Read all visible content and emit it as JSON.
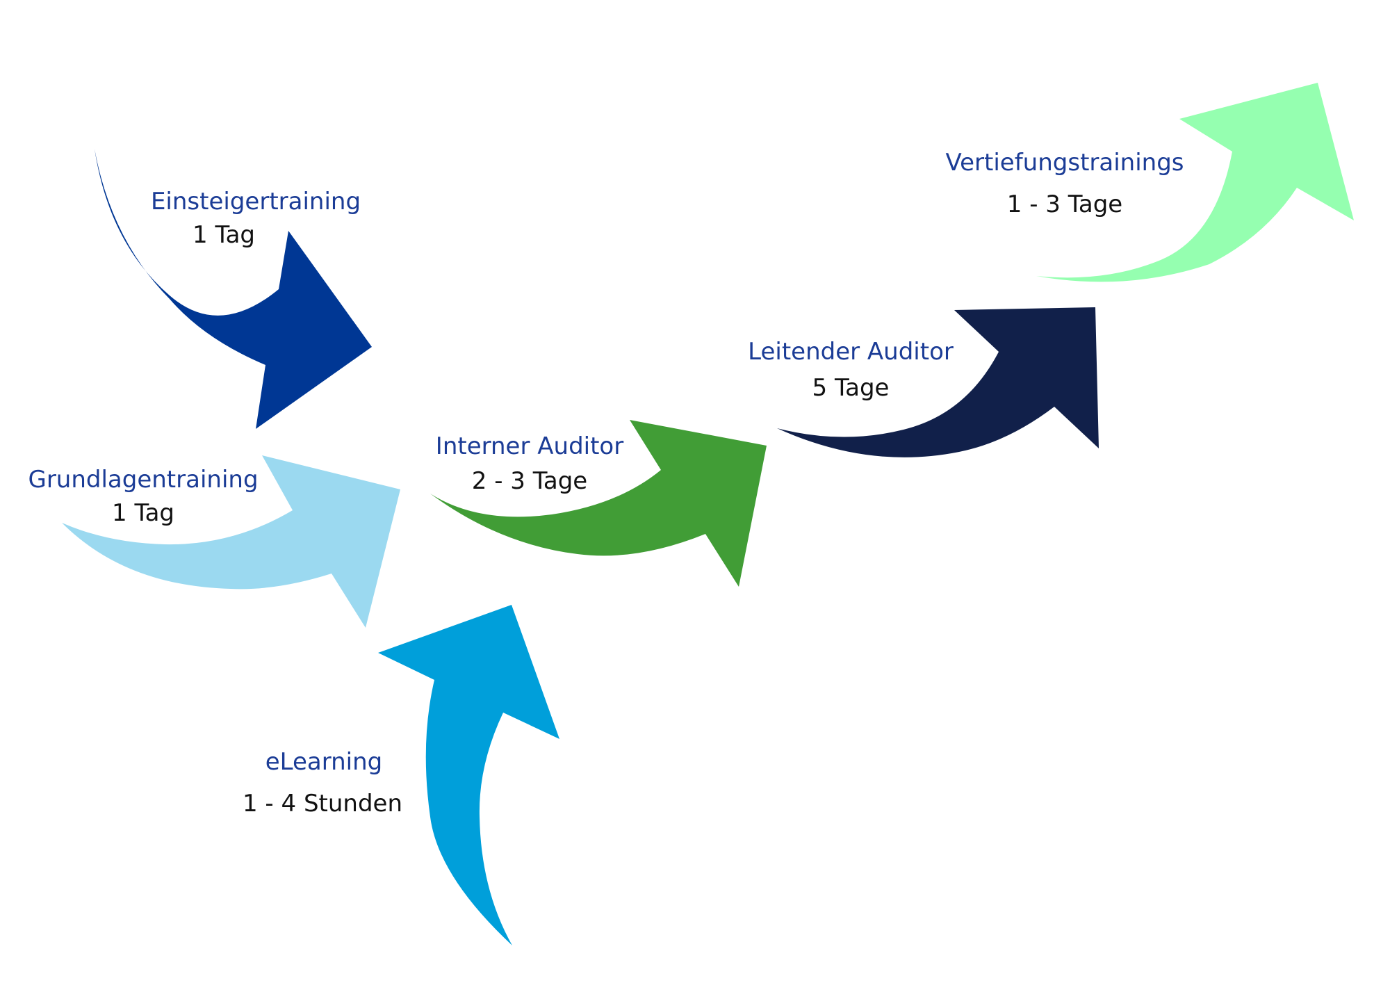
{
  "colors": {
    "title_text": "#1b3c96",
    "duration_text": "#111111"
  },
  "steps": [
    {
      "id": "elearning",
      "title": "eLearning",
      "duration": "1 - 4 Stunden",
      "color": "#009fda"
    },
    {
      "id": "grundlagentraining",
      "title": "Grundlagentraining",
      "duration": "1 Tag",
      "color": "#9bd9f0"
    },
    {
      "id": "einsteigertraining",
      "title": "Einsteigertraining",
      "duration": "1 Tag",
      "color": "#003794"
    },
    {
      "id": "interner-auditor",
      "title": "Interner Auditor",
      "duration": "2 - 3 Tage",
      "color": "#419d36"
    },
    {
      "id": "leitender-auditor",
      "title": "Leitender Auditor",
      "duration": "5 Tage",
      "color": "#11204a"
    },
    {
      "id": "vertiefungstrainings",
      "title": "Vertiefungstrainings",
      "duration": "1 - 3 Tage",
      "color": "#95ffb0"
    }
  ]
}
